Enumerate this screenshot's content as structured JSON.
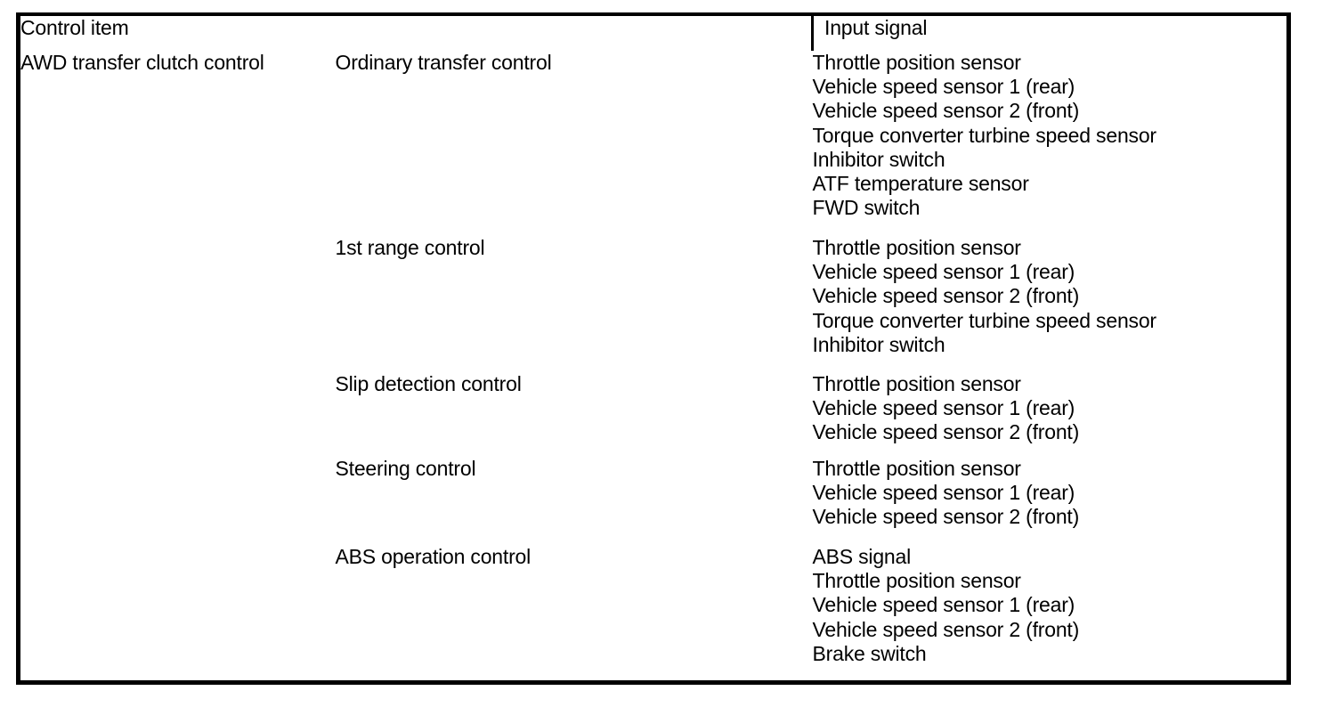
{
  "document": {
    "table": {
      "columns": [
        "Control item",
        "",
        "Input signal"
      ],
      "headers": {
        "control_item": "Control item",
        "input_signal": "Input signal"
      },
      "group_label": "AWD transfer clutch control",
      "rows": [
        {
          "sub_control": "Ordinary transfer control",
          "input_signals": [
            "Throttle position sensor",
            "Vehicle speed sensor 1 (rear)",
            "Vehicle speed sensor 2 (front)",
            "Torque converter turbine speed sensor",
            "Inhibitor switch",
            "ATF temperature sensor",
            "FWD switch"
          ]
        },
        {
          "sub_control": "1st range control",
          "input_signals": [
            "Throttle position sensor",
            "Vehicle speed sensor 1 (rear)",
            "Vehicle speed sensor 2 (front)",
            "Torque converter turbine speed sensor",
            "Inhibitor switch"
          ]
        },
        {
          "sub_control": "Slip detection control",
          "input_signals": [
            "Throttle position sensor",
            "Vehicle speed sensor 1 (rear)",
            "Vehicle speed sensor 2 (front)"
          ]
        },
        {
          "sub_control": "Steering control",
          "input_signals": [
            "Throttle position sensor",
            "Vehicle speed sensor 1 (rear)",
            "Vehicle speed sensor 2 (front)"
          ]
        },
        {
          "sub_control": "ABS operation control",
          "input_signals": [
            "ABS signal",
            "Throttle position sensor",
            "Vehicle speed sensor 1 (rear)",
            "Vehicle speed sensor 2 (front)",
            "Brake switch"
          ]
        }
      ]
    },
    "colors": {
      "text": "#000000",
      "background": "#ffffff",
      "rule": "#000000"
    }
  }
}
